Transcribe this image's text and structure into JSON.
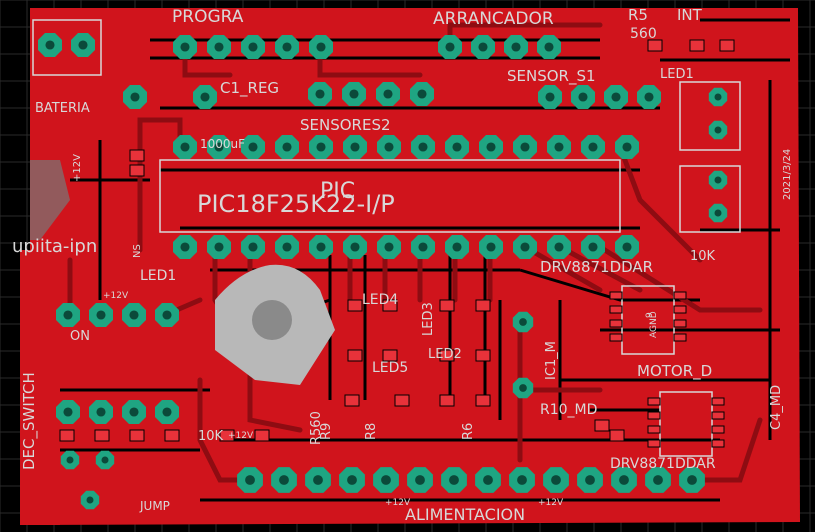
{
  "board": {
    "colors": {
      "background": "#000000",
      "grid": "#2a2a2a",
      "copper": "#d0141c",
      "copper_dark": "#8e0c12",
      "pad": "#1fa582",
      "pad_hole": "#0b4a3a",
      "silk": "#d8d8d8",
      "smd": "#e8323a"
    },
    "labels": {
      "progra": "PROGRA",
      "arrancador": "ARRANCADOR",
      "r5": "R5",
      "int": "INT",
      "r5_value": "560",
      "led1_top": "LED1",
      "c1_reg": "C1_REG",
      "sensor_s1": "SENSOR_S1",
      "bateria": "BATERIA",
      "sensores2": "SENSORES2",
      "ic_value_top": "1000uF",
      "pic": "PIC",
      "pic_part": "PIC18F25K22-I/P",
      "logo": "upiita-ipn",
      "drv_top": "DRV8871DDAR",
      "led1_left": "LED1",
      "led4": "LED4",
      "led3": "LED3",
      "led5": "LED5",
      "led2": "LED2",
      "motor_d": "MOTOR_D",
      "dec_switch": "DEC_SWITCH",
      "on": "ON",
      "r9": "R9",
      "r8": "R8",
      "r560": "R560",
      "r6": "R6",
      "ic1_m": "IC1_M",
      "r10_md": "R10_MD",
      "drv_bottom": "DRV8871DDAR",
      "alimentacion": "ALIMENTACION",
      "twelve_v": "+12V",
      "r_10k": "10K",
      "r_10k_top": "10K",
      "jumper": "JUMP",
      "c4_md": "C4_MD",
      "agnd": "AGND",
      "nine": "9",
      "date_code": "2021/3/24",
      "ns": "NS"
    }
  }
}
